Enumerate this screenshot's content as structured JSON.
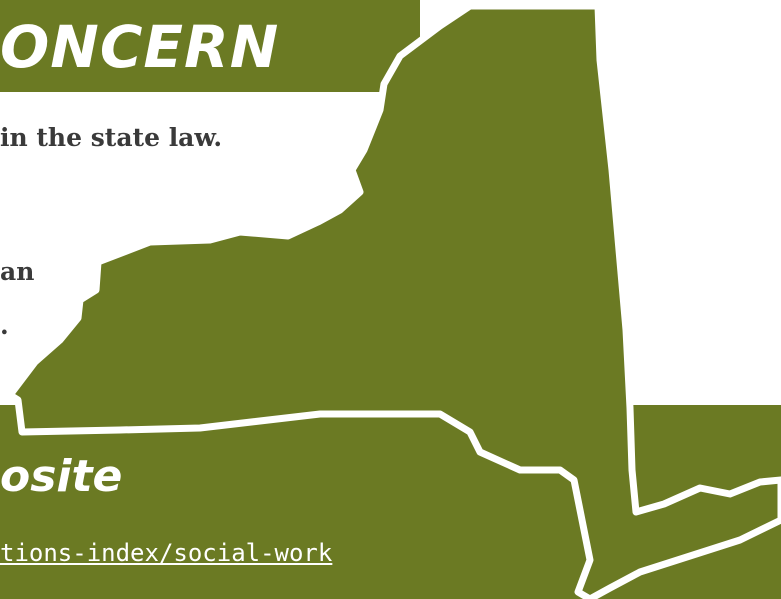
{
  "banner": {
    "title": "ONCERN"
  },
  "body_lines": {
    "line1": "in the state law.",
    "line2": "an",
    "line3": "."
  },
  "website": {
    "heading": "osite",
    "link_text": "tions-index/social-work"
  },
  "colors": {
    "brand_green": "#6b7a23",
    "white": "#ffffff",
    "text_dark": "#3a3a3a"
  }
}
